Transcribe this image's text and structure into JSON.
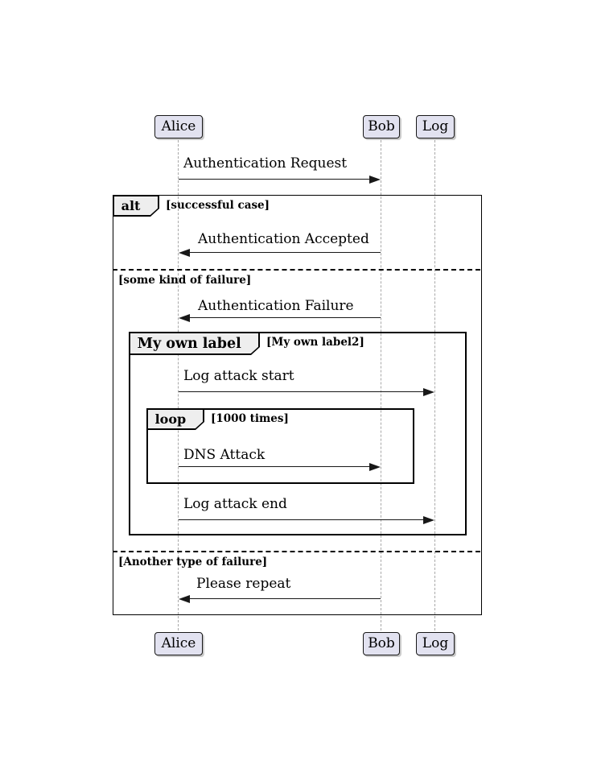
{
  "diagram": {
    "type": "sequence",
    "actors": [
      {
        "name": "Alice"
      },
      {
        "name": "Bob"
      },
      {
        "name": "Log"
      }
    ],
    "messages": [
      {
        "label": "Authentication Request",
        "from": "Alice",
        "to": "Bob"
      },
      {
        "label": "Authentication Accepted",
        "from": "Bob",
        "to": "Alice"
      },
      {
        "label": "Authentication Failure",
        "from": "Bob",
        "to": "Alice"
      },
      {
        "label": "Log attack start",
        "from": "Alice",
        "to": "Log"
      },
      {
        "label": "DNS Attack",
        "from": "Alice",
        "to": "Bob"
      },
      {
        "label": "Log attack end",
        "from": "Alice",
        "to": "Log"
      },
      {
        "label": "Please repeat",
        "from": "Bob",
        "to": "Alice"
      }
    ],
    "frames": {
      "alt": {
        "keyword": "alt",
        "sections": [
          {
            "condition": "[successful case]"
          },
          {
            "condition": "[some kind of failure]"
          },
          {
            "condition": "[Another type of failure]"
          }
        ]
      },
      "group": {
        "keyword": "My own label",
        "condition": "[My own label2]"
      },
      "loop": {
        "keyword": "loop",
        "condition": "[1000 times]"
      }
    },
    "colors": {
      "actor_fill": "#E2E2F0",
      "actor_border": "#181818",
      "tab_fill": "#EEEEEE",
      "frame_border": "#000000",
      "lifeline": "#A8A8A8",
      "arrow": "#181818"
    }
  }
}
